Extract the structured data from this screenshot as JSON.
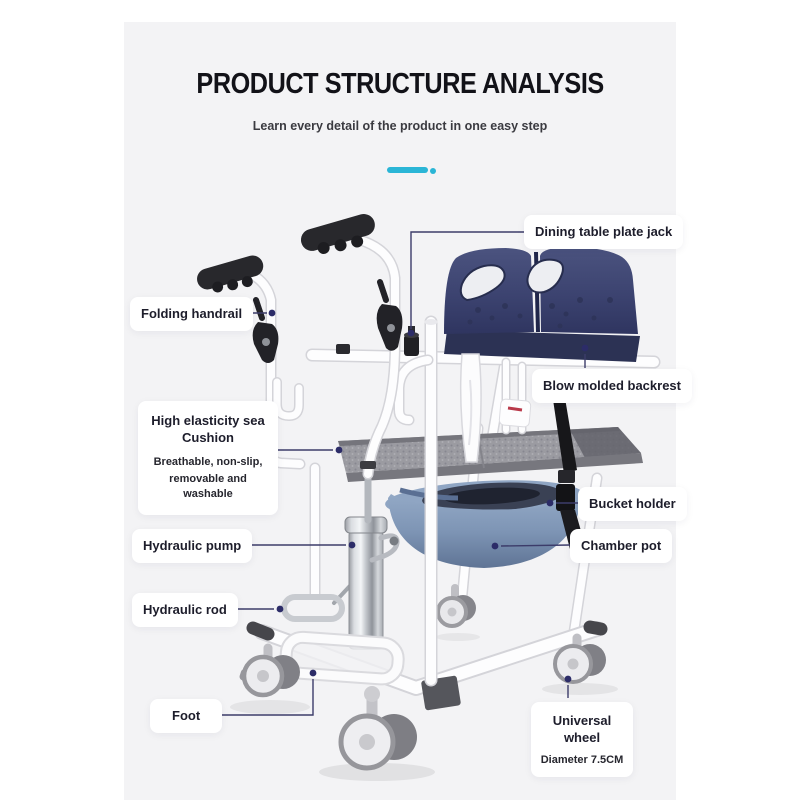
{
  "header": {
    "title": "PRODUCT STRUCTURE ANALYSIS",
    "subtitle": "Learn every detail of the product in one easy step"
  },
  "labels": {
    "dining_jack": {
      "text": "Dining table plate jack"
    },
    "folding_handrail": {
      "text": "Folding handrail"
    },
    "cushion": {
      "title_line1": "High elasticity sea",
      "title_line2": "Cushion",
      "desc_line1": "Breathable, non-slip,",
      "desc_line2": "removable and washable"
    },
    "hydraulic_pump": {
      "text": "Hydraulic pump"
    },
    "hydraulic_rod": {
      "text": "Hydraulic rod"
    },
    "foot": {
      "text": "Foot"
    },
    "blow_molded_backrest": {
      "text": "Blow molded backrest"
    },
    "bucket_holder": {
      "text": "Bucket holder"
    },
    "chamber_pot": {
      "text": "Chamber pot"
    },
    "universal_wheel": {
      "title": "Universal wheel",
      "subtitle": "Diameter 7.5CM"
    }
  },
  "colors": {
    "accent_cyan": "#2ab5d6",
    "leader_line": "#3c3c6a",
    "leader_dot": "#2c2c68",
    "backrest_navy": "#3c4370",
    "pot_blue": "#7e95b5",
    "card_background": "#f3f3f5"
  }
}
